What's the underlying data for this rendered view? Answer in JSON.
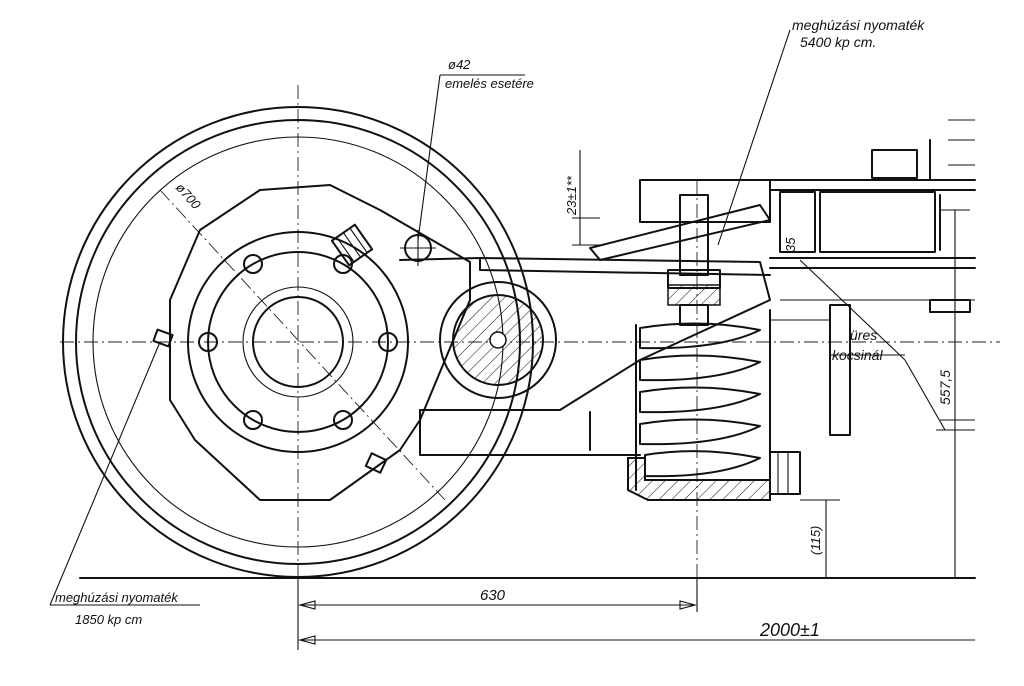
{
  "annotations": {
    "torque_top_line1": "meghúzási nyomaték",
    "torque_top_line2": "5400 kp cm.",
    "hole_line1": "ø42",
    "hole_line2": "emelés esetére",
    "wheel_diameter": "ø700",
    "clearance": "23±1**",
    "gap_35": "35",
    "empty_line1": "üres",
    "empty_line2": "kocsinál",
    "height_557": "557,5",
    "height_115": "(115)",
    "torque_bottom_line1": "meghúzási nyomaték",
    "torque_bottom_line2": "1850 kp cm",
    "dim_630": "630",
    "dim_2000": "2000±1"
  }
}
